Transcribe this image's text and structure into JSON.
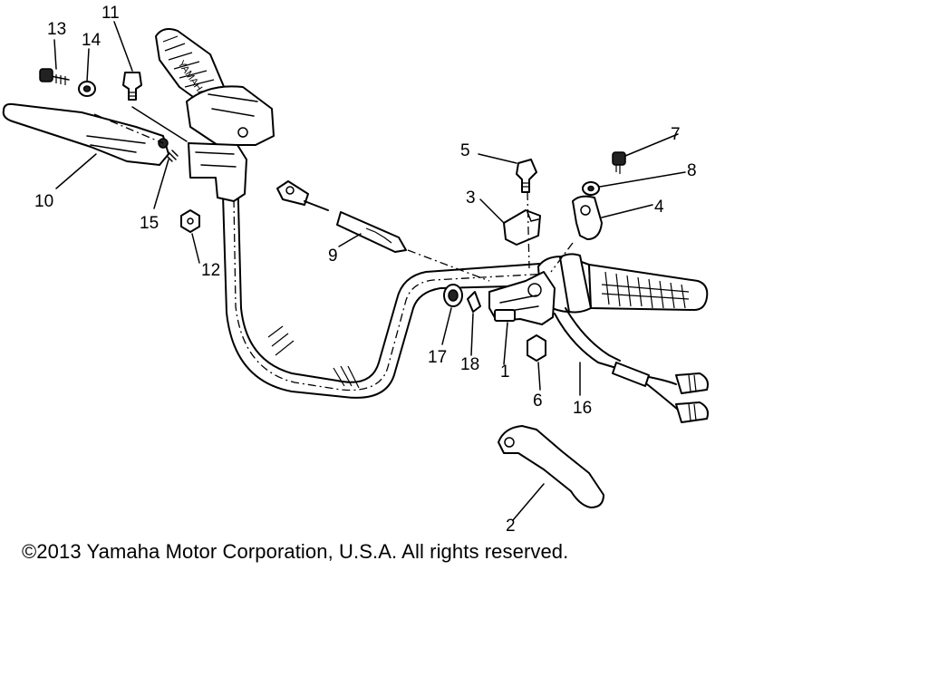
{
  "callouts": {
    "c1": "1",
    "c2": "2",
    "c3": "3",
    "c4": "4",
    "c5": "5",
    "c6": "6",
    "c7": "7",
    "c8": "8",
    "c9": "9",
    "c10": "10",
    "c11": "11",
    "c12": "12",
    "c13": "13",
    "c14": "14",
    "c15": "15",
    "c16": "16",
    "c17": "17",
    "c18": "18"
  },
  "copyright": "©2013 Yamaha Motor Corporation, U.S.A. All rights reserved."
}
